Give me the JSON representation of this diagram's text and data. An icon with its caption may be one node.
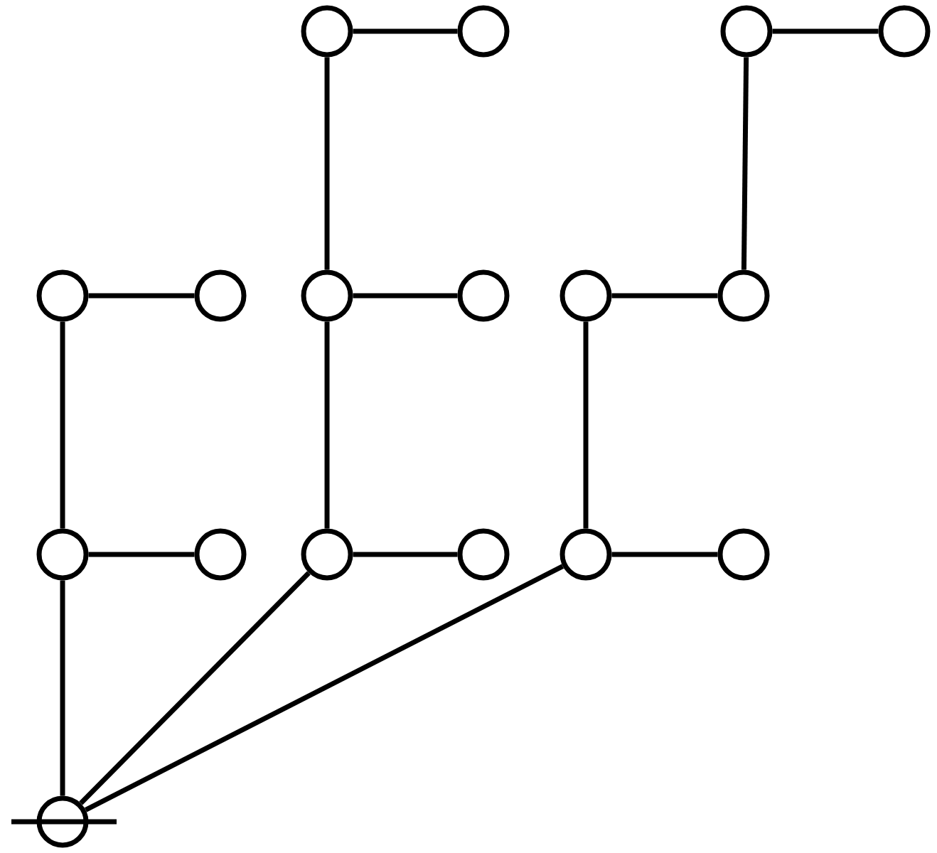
{
  "diagram": {
    "nodes": [
      {
        "text": [],
        "shape": "circle"
      },
      {
        "text": [],
        "shape": "circle"
      },
      {
        "text": [],
        "shape": "circle"
      },
      {
        "text": [],
        "shape": "circle"
      },
      {
        "text": [],
        "shape": "circle"
      },
      {
        "text": [],
        "shape": "circle"
      },
      {
        "text": [],
        "shape": "circle"
      },
      {
        "text": [],
        "shape": "circle"
      },
      {
        "text": [],
        "shape": "circle"
      },
      {
        "text": [],
        "shape": "circle"
      },
      {
        "text": [],
        "shape": "circle"
      },
      {
        "text": [],
        "shape": "circle"
      },
      {
        "text": [],
        "shape": "circle"
      },
      {
        "text": [],
        "shape": "circle"
      },
      {
        "text": [],
        "shape": "circle"
      },
      {
        "text": [],
        "shape": "circle"
      },
      {
        "text": [],
        "shape": "circle"
      }
    ],
    "edges": [
      {
        "from": 16,
        "to": 10,
        "arrow": "none"
      },
      {
        "from": 16,
        "to": 12,
        "arrow": "none"
      },
      {
        "from": 16,
        "to": 14,
        "arrow": "none"
      },
      {
        "from": 10,
        "to": 4,
        "arrow": "none"
      },
      {
        "from": 10,
        "to": 11,
        "arrow": "none"
      },
      {
        "from": 4,
        "to": 5,
        "arrow": "none"
      },
      {
        "from": 12,
        "to": 6,
        "arrow": "none"
      },
      {
        "from": 12,
        "to": 13,
        "arrow": "none"
      },
      {
        "from": 6,
        "to": 7,
        "arrow": "none"
      },
      {
        "from": 6,
        "to": 0,
        "arrow": "none"
      },
      {
        "from": 0,
        "to": 1,
        "arrow": "none"
      },
      {
        "from": 14,
        "to": 8,
        "arrow": "none"
      },
      {
        "from": 14,
        "to": 15,
        "arrow": "none"
      },
      {
        "from": 8,
        "to": 9,
        "arrow": "none"
      },
      {
        "from": 9,
        "to": 2,
        "arrow": "none"
      },
      {
        "from": 2,
        "to": 3,
        "arrow": "none"
      }
    ]
  }
}
